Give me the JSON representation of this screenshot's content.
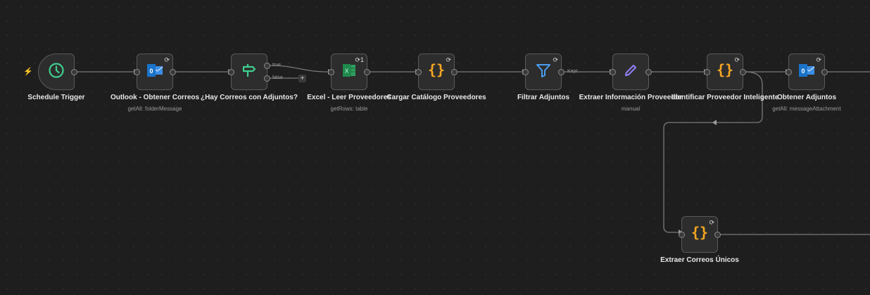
{
  "nodes": [
    {
      "id": "schedule",
      "label": "Schedule Trigger",
      "sub": "",
      "icon": "clock-icon"
    },
    {
      "id": "outlook",
      "label": "Outlook - Obtener Correos",
      "sub": "getAll: folderMessage",
      "icon": "outlook-icon"
    },
    {
      "id": "if",
      "label": "¿Hay Correos con Adjuntos?",
      "sub": "",
      "icon": "signpost-icon"
    },
    {
      "id": "excel",
      "label": "Excel - Leer Proveedores",
      "sub": "getRows: table",
      "icon": "excel-icon",
      "badge": "1"
    },
    {
      "id": "cargar",
      "label": "Cargar Catálogo Proveedores",
      "sub": "",
      "icon": "code-icon"
    },
    {
      "id": "filtrar",
      "label": "Filtrar Adjuntos",
      "sub": "",
      "icon": "filter-icon"
    },
    {
      "id": "extraer",
      "label": "Extraer Información Proveedor",
      "sub": "manual",
      "icon": "pen-icon"
    },
    {
      "id": "identificar",
      "label": "Identificar Proveedor Inteligente",
      "sub": "",
      "icon": "code-icon"
    },
    {
      "id": "obtener",
      "label": "Obtener Adjuntos",
      "sub": "getAll: messageAttachment",
      "icon": "outlook-icon"
    },
    {
      "id": "unicos",
      "label": "Extraer Correos Únicos",
      "sub": "",
      "icon": "code-icon"
    }
  ],
  "edges": {
    "true_label": "true",
    "false_label": "false",
    "kept_label": "Kept",
    "add": "+"
  },
  "colors": {
    "clock": "#3fcf8e",
    "signpost": "#3fcf8e",
    "code": "#f5a623",
    "filter": "#4a9df0",
    "pen": "#8b7cf0",
    "outlook": "#1a73c9",
    "excel": "#1f8a4c",
    "trigger": "#e0533b"
  }
}
